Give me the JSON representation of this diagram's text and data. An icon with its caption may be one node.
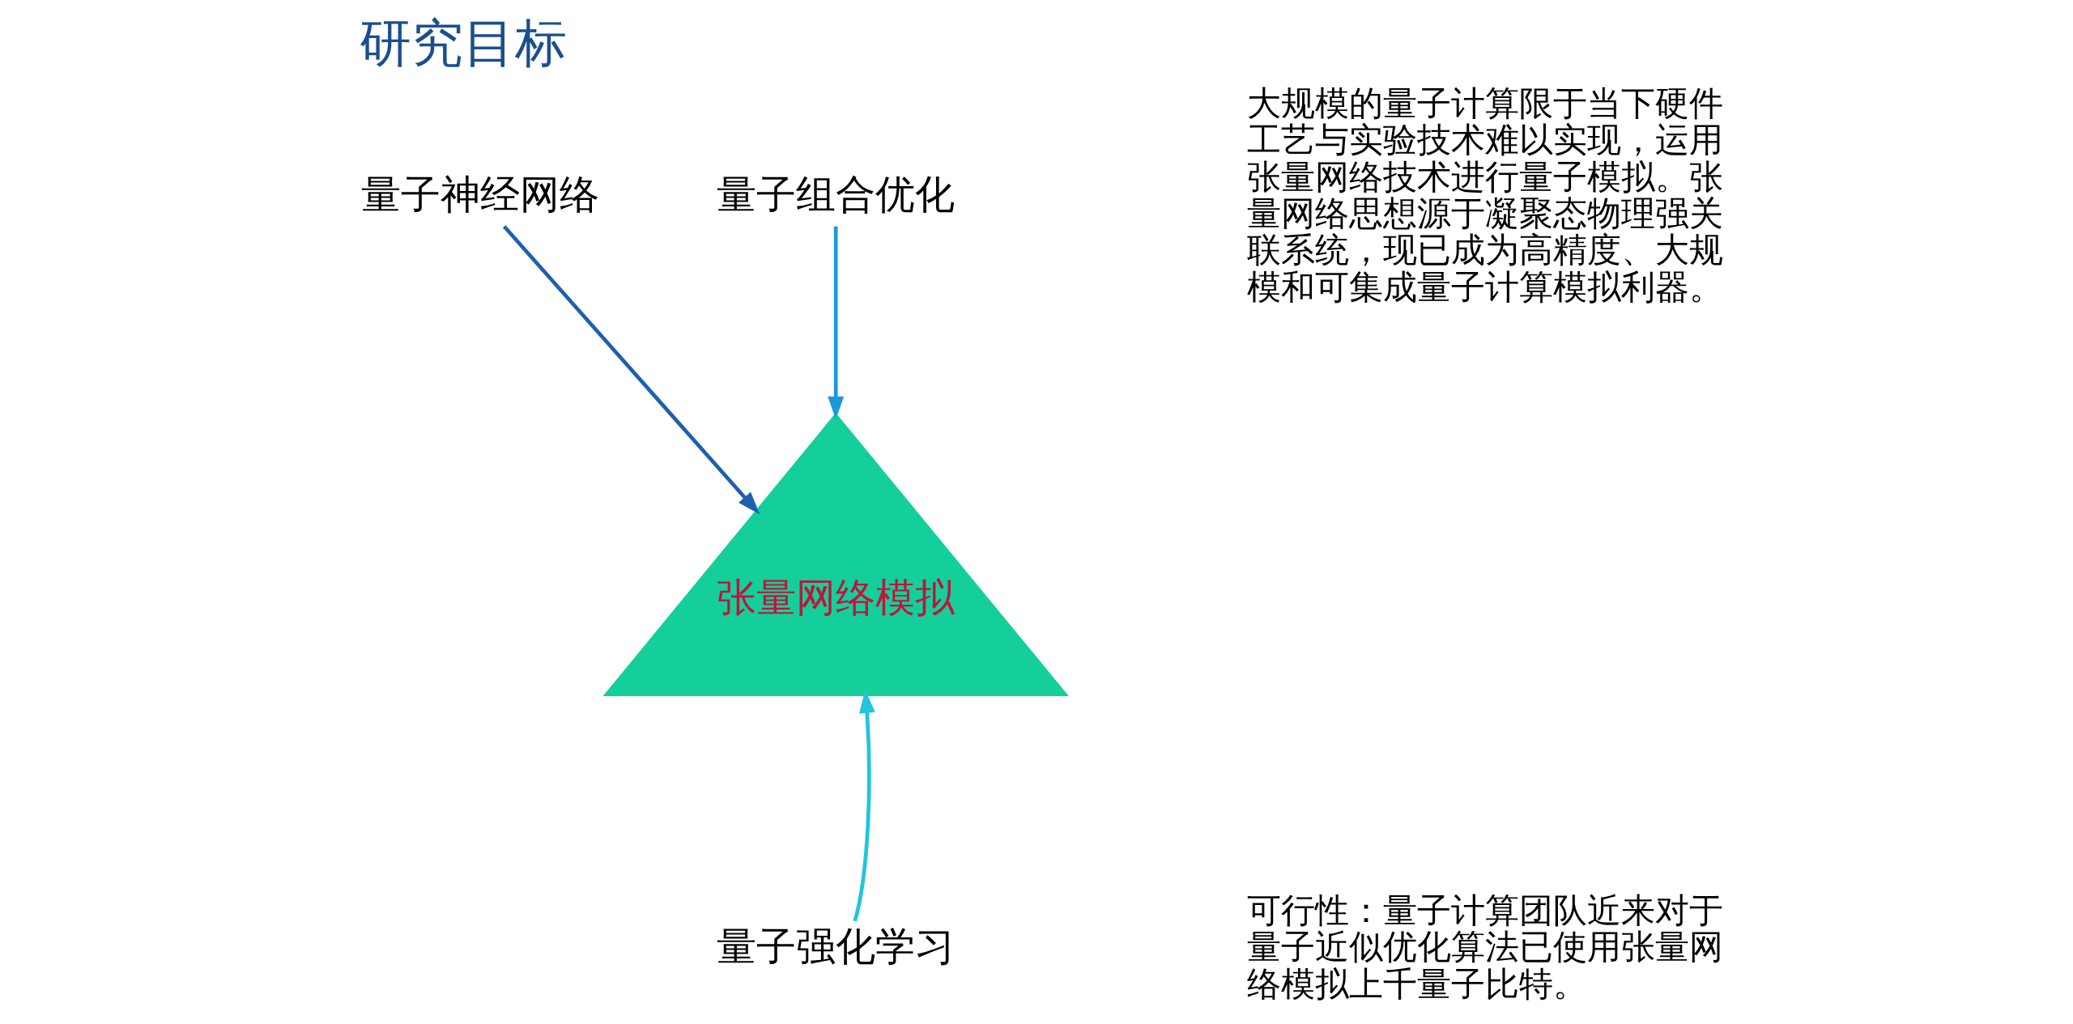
{
  "diagram": {
    "title": "研究目标",
    "nodes": [
      {
        "text": [
          "量子神经网络"
        ]
      },
      {
        "text": [
          "量子组合优化"
        ]
      },
      {
        "text": [
          "张量网络模拟"
        ]
      },
      {
        "text": [
          "量子强化学习"
        ]
      }
    ],
    "edges": [
      {
        "from": 0,
        "to": 2,
        "arrow": "to",
        "color": "#1f5fb0"
      },
      {
        "from": 1,
        "to": 2,
        "arrow": "to",
        "color": "#1a9ad8"
      },
      {
        "from": 3,
        "to": 2,
        "arrow": "to",
        "color": "#22c4dd"
      }
    ],
    "labels": [
      "大规模的量子计算限于当下硬件工艺与实验技术难以实现，运用张量网络技术进行量子模拟。张量网络思想源于凝聚态物理强关联系统，现已成为高精度、大规模和可集成量子计算模拟利器。",
      "可行性：量子计算团队近来对于量子近似优化算法已使用张量网络模拟上千量子比特。"
    ]
  }
}
